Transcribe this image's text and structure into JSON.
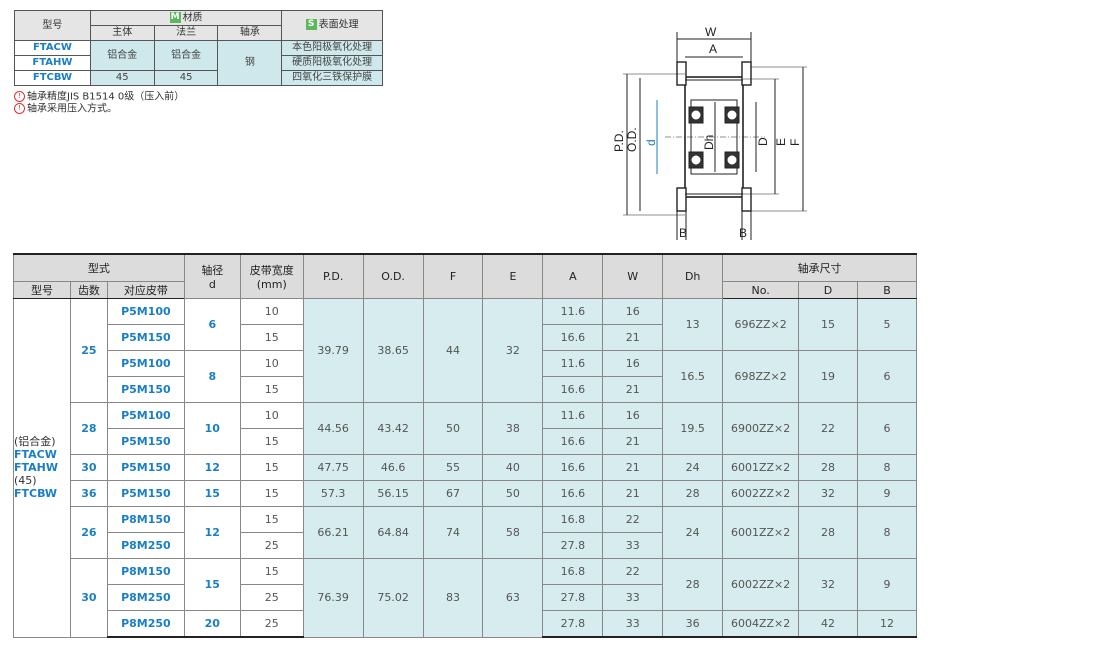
{
  "material_table": {
    "headers": {
      "model": "型号",
      "material_badge": "M",
      "material": "材质",
      "body": "主体",
      "flange": "法兰",
      "bearing": "轴承",
      "surface_badge": "S",
      "surface": "表面处理"
    },
    "rows": [
      {
        "model": "FTACW",
        "surface": "本色阳极氧化处理"
      },
      {
        "model": "FTAHW",
        "surface": "硬质阳极氧化处理"
      },
      {
        "model": "FTCBW",
        "surface": "四氧化三铁保护膜"
      }
    ],
    "alu_body": "铝合金",
    "alu_flange": "铝合金",
    "steel_body": "45",
    "steel_flange": "45",
    "bearing_material": "钢",
    "colors": {
      "badge_green": "#5cb85c",
      "cell_teal": "#cfe8ec",
      "code_blue": "#1a7fc4"
    }
  },
  "notes": [
    "轴承精度JIS B1514 0级（压入前）",
    "轴承采用压入方式。"
  ],
  "diagram": {
    "labels": {
      "W": "W",
      "A": "A",
      "PD": "P.D.",
      "OD": "O.D.",
      "d": "d",
      "Dh": "Dh",
      "D": "D",
      "E": "E",
      "F": "F",
      "B1": "B",
      "B2": "B"
    }
  },
  "spec_table": {
    "headers": {
      "type": "型式",
      "model": "型号",
      "teeth": "齿数",
      "belt": "对应皮带",
      "shaft": "轴径",
      "shaft_sym": "d",
      "width": "皮带宽度",
      "width_unit": "(mm)",
      "pd": "P.D.",
      "od": "O.D.",
      "f": "F",
      "e": "E",
      "a": "A",
      "w": "W",
      "dh": "Dh",
      "bearing": "轴承尺寸",
      "no": "No.",
      "dcol": "D",
      "bcol": "B"
    },
    "model_block": [
      "(铝合金)",
      "FTACW",
      "FTAHW",
      "(45)",
      "FTCBW"
    ],
    "rows": [
      {
        "teeth": "25",
        "belt": "P5M100",
        "d": "6",
        "width": "10",
        "pd": "39.79",
        "od": "38.65",
        "f": "44",
        "e": "32",
        "a": "11.6",
        "w": "16",
        "dh": "13",
        "no": "696ZZ×2",
        "D": "15",
        "B": "5"
      },
      {
        "belt": "P5M150",
        "width": "15",
        "a": "16.6",
        "w": "21"
      },
      {
        "belt": "P5M100",
        "d": "8",
        "width": "10",
        "a": "11.6",
        "w": "16",
        "dh": "16.5",
        "no": "698ZZ×2",
        "D": "19",
        "B": "6"
      },
      {
        "belt": "P5M150",
        "width": "15",
        "a": "16.6",
        "w": "21"
      },
      {
        "teeth": "28",
        "belt": "P5M100",
        "d": "10",
        "width": "10",
        "pd": "44.56",
        "od": "43.42",
        "f": "50",
        "e": "38",
        "a": "11.6",
        "w": "16",
        "dh": "19.5",
        "no": "6900ZZ×2",
        "D": "22",
        "B": "6"
      },
      {
        "belt": "P5M150",
        "width": "15",
        "a": "16.6",
        "w": "21"
      },
      {
        "teeth": "30",
        "belt": "P5M150",
        "d": "12",
        "width": "15",
        "pd": "47.75",
        "od": "46.6",
        "f": "55",
        "e": "40",
        "a": "16.6",
        "w": "21",
        "dh": "24",
        "no": "6001ZZ×2",
        "D": "28",
        "B": "8"
      },
      {
        "teeth": "36",
        "belt": "P5M150",
        "d": "15",
        "width": "15",
        "pd": "57.3",
        "od": "56.15",
        "f": "67",
        "e": "50",
        "a": "16.6",
        "w": "21",
        "dh": "28",
        "no": "6002ZZ×2",
        "D": "32",
        "B": "9"
      },
      {
        "teeth": "26",
        "belt": "P8M150",
        "d": "12",
        "width": "15",
        "pd": "66.21",
        "od": "64.84",
        "f": "74",
        "e": "58",
        "a": "16.8",
        "w": "22",
        "dh": "24",
        "no": "6001ZZ×2",
        "D": "28",
        "B": "8"
      },
      {
        "belt": "P8M250",
        "width": "25",
        "a": "27.8",
        "w": "33"
      },
      {
        "teeth": "30",
        "belt": "P8M150",
        "d": "15",
        "width": "15",
        "pd": "76.39",
        "od": "75.02",
        "f": "83",
        "e": "63",
        "a": "16.8",
        "w": "22",
        "dh": "28",
        "no": "6002ZZ×2",
        "D": "32",
        "B": "9"
      },
      {
        "belt": "P8M250",
        "width": "25",
        "a": "27.8",
        "w": "33"
      },
      {
        "belt": "P8M250",
        "d": "20",
        "width": "25",
        "a": "27.8",
        "w": "33",
        "dh": "36",
        "no": "6004ZZ×2",
        "D": "42",
        "B": "12"
      }
    ]
  }
}
